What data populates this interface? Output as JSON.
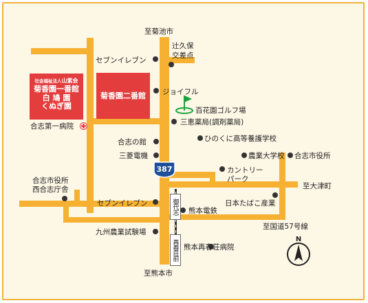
{
  "map": {
    "route_number": "387",
    "destinations": {
      "north": "至菊池市",
      "south": "至熊本市",
      "east": "至大津町",
      "southeast": "至国道57号線"
    },
    "intersections": {
      "tsukubo_line1": "辻久保",
      "tsukubo_line2": "交差点"
    },
    "facilities": {
      "yamashikai_corp": "社会福祉法人",
      "yamashikai_name": "山紫会",
      "kikukaen_ichiban": "菊香園一番館",
      "hakukyuen": "白 鳩 園",
      "kunugien": "くぬぎ園",
      "kikukaen_niban": "菊香園二番館"
    },
    "places": {
      "seven_north": "セブンイレブン",
      "joyful": "ジョイフル",
      "golf": "百花園ゴルフ場",
      "sankei_pharmacy": "三恵薬局(調剤薬局)",
      "koshi_hospital": "合志第一病院",
      "koshi_no_yakata": "合志の館",
      "hiyoku_school": "ひのくに高等養護学校",
      "mitsubishi": "三菱電機",
      "agri_univ": "農業大学校",
      "koshi_city_office": "合志市役所",
      "country_park_line1": "カントリー",
      "country_park_line2": "パーク",
      "nishi_office_line1": "合志市役所",
      "nishi_office_line2": "西合志庁舎",
      "japan_tobacco": "日本たばこ産業",
      "seven_south": "セブンイレブン",
      "kumamoto_dentetsu": "熊本電鉄",
      "kyushu_agri": "九州農業試験場",
      "saishun_hospital": "熊本再春荘病院"
    },
    "stations": {
      "miyoshi": "御代志",
      "saishunso": "再春荘前"
    },
    "colors": {
      "road": "#f6b132",
      "facility": "#e43d3d",
      "route_shield": "#1f4f9a",
      "frame": "#f0b13a",
      "background": "#fdf7e6"
    }
  }
}
